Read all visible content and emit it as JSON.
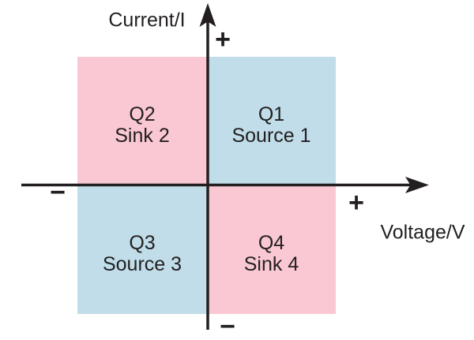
{
  "diagram": {
    "axes": {
      "y": {
        "label": "Current/I",
        "positive": "+",
        "negative": "−"
      },
      "x": {
        "label": "Voltage/V",
        "positive": "+",
        "negative": "−"
      }
    },
    "quadrants": [
      {
        "name": "Q1",
        "role": "Source 1",
        "position": "top-right",
        "color": "#c0dde9"
      },
      {
        "name": "Q2",
        "role": "Sink 2",
        "position": "top-left",
        "color": "#f9c8d2"
      },
      {
        "name": "Q3",
        "role": "Source 3",
        "position": "bottom-left",
        "color": "#c0dde9"
      },
      {
        "name": "Q4",
        "role": "Sink 4",
        "position": "bottom-right",
        "color": "#f9c8d2"
      }
    ],
    "colors": {
      "sink": "#f9c8d2",
      "source": "#c0dde9",
      "axis": "#231f20"
    }
  }
}
